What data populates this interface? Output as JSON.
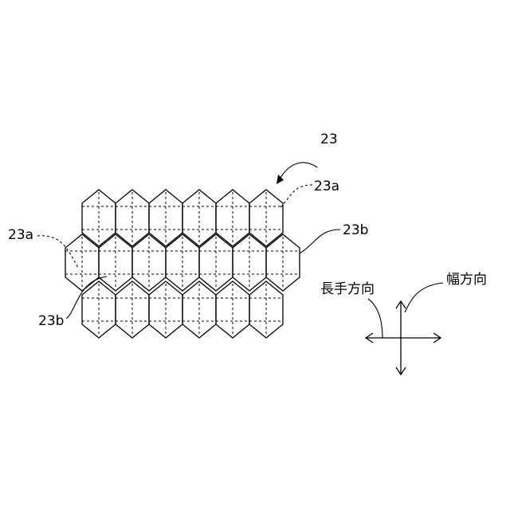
{
  "labels": {
    "assembly": "23",
    "part_a": "23a",
    "part_b": "23b",
    "longitudinal": "長手方向",
    "width_dir": "幅方向"
  },
  "grid": {
    "top_row_cells": 6,
    "middle_row_cells": 7,
    "bottom_row_cells": 6
  },
  "colors": {
    "line": "#000000",
    "background": "#ffffff"
  }
}
